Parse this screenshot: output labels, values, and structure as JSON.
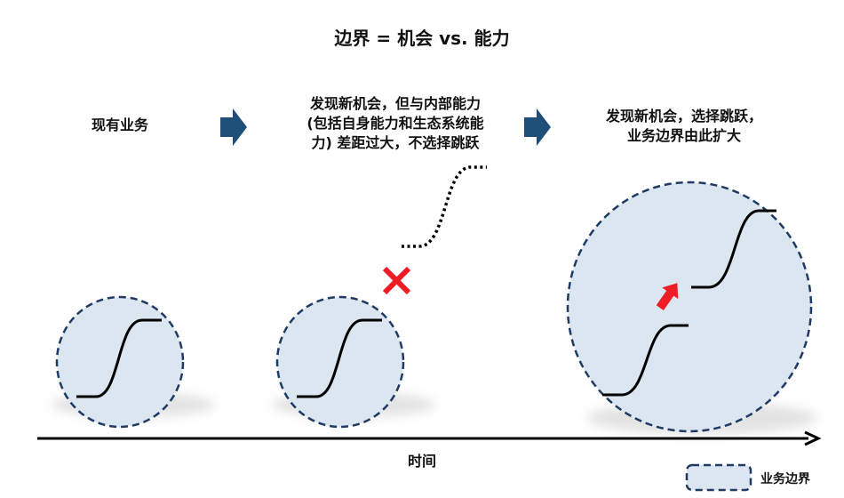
{
  "title": "边界 = 机会 vs. 能力",
  "stages": [
    {
      "text": "现有业务"
    },
    {
      "text": "发现新机会，但与内部能力\n(包括自身能力和生态系统能\n力) 差距过大，不选择跳跃"
    },
    {
      "text": "发现新机会，选择跳跃，\n业务边界由此扩大"
    }
  ],
  "axis": {
    "label": "时间"
  },
  "legend": {
    "label": "业务边界"
  },
  "colors": {
    "boundary_fill": "#dce6f1",
    "boundary_stroke": "#1f3b63",
    "arrow_blue": "#1f4e79",
    "reject_red": "#ee1c25",
    "jump_red": "#ee1c25"
  },
  "icons": {
    "step_arrow": "right-arrow-icon",
    "reject": "cross-icon",
    "jump": "up-right-arrow-icon"
  }
}
